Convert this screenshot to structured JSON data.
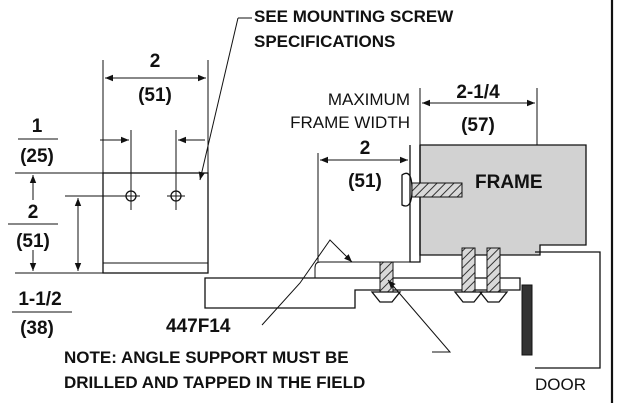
{
  "labels": {
    "mounting_note_line1": "SEE MOUNTING SCREW",
    "mounting_note_line2": "SPECIFICATIONS",
    "max_frame_width_line1": "MAXIMUM",
    "max_frame_width_line2": "FRAME WIDTH",
    "frame": "FRAME",
    "part_number": "447F14",
    "note_line1": "NOTE: ANGLE SUPPORT MUST BE",
    "note_line2": "DRILLED AND TAPPED IN THE FIELD",
    "door": "DOOR"
  },
  "dimensions": {
    "hole_spacing_in": "2",
    "hole_spacing_mm": "(51)",
    "edge_offset_in": "1",
    "edge_offset_mm": "(25)",
    "vertical_in": "2",
    "vertical_mm": "(51)",
    "bottom_in": "1-1/2",
    "bottom_mm": "(38)",
    "max_width_in": "2-1/4",
    "max_width_mm": "(57)",
    "leg_in": "2",
    "leg_mm": "(51)"
  }
}
